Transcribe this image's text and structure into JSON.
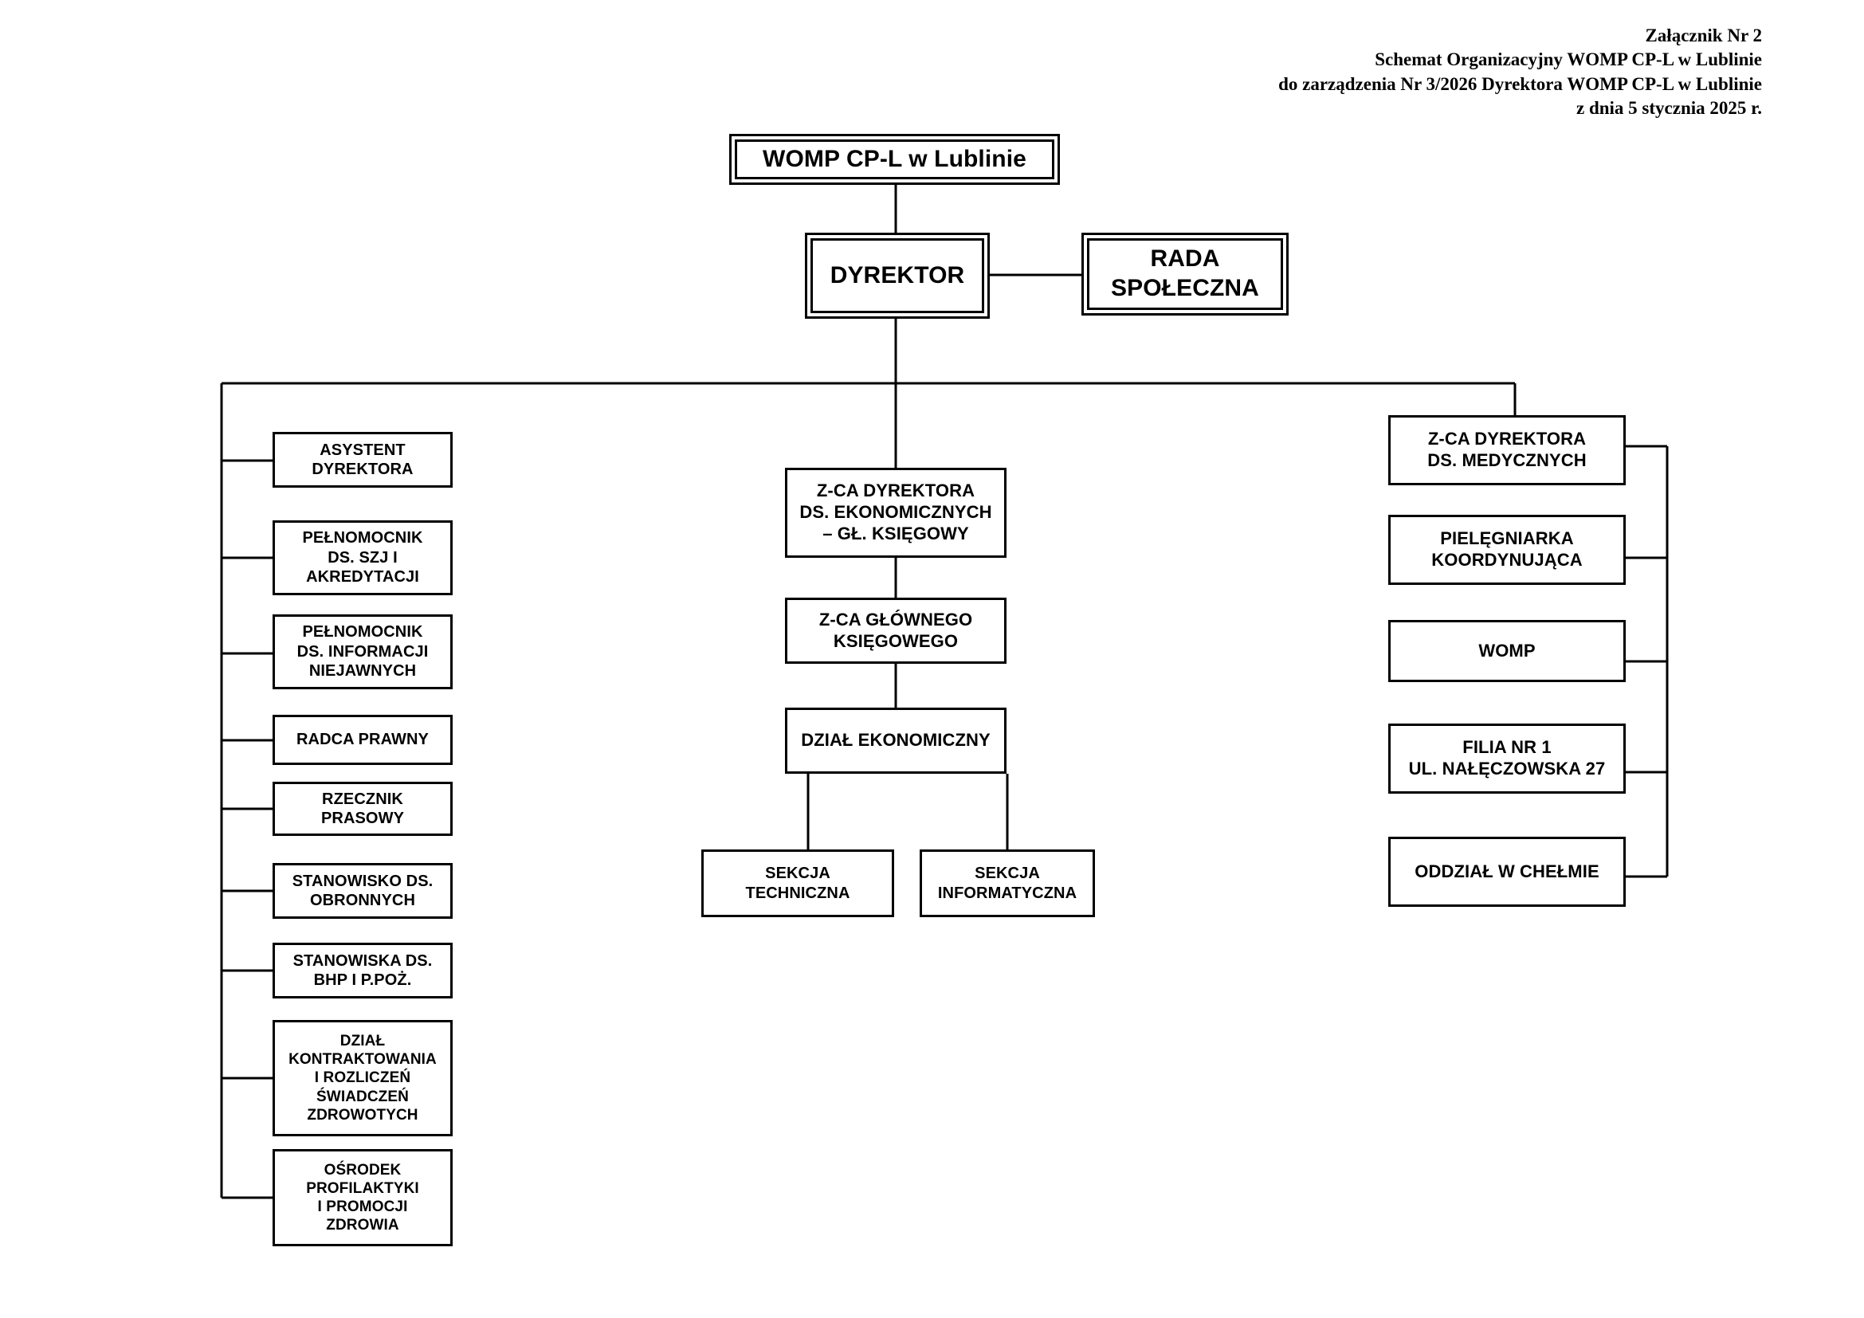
{
  "header": {
    "lines": [
      "Załącznik Nr 2",
      "Schemat Organizacyjny WOMP CP-L w Lublinie",
      "do zarządzenia Nr 3/2026 Dyrektora WOMP CP-L w Lublinie",
      "z dnia 5 stycznia 2025 r."
    ]
  },
  "chart_data": {
    "type": "diagram",
    "title": "Schemat Organizacyjny WOMP CP-L w Lublinie",
    "orientation": "top-down org chart",
    "nodes": [
      {
        "id": "womp-cpl",
        "label": "WOMP CP-L w Lublinie",
        "tier": 0
      },
      {
        "id": "dyrektor",
        "label": "DYREKTOR",
        "tier": 1
      },
      {
        "id": "rada",
        "label": "RADA\nSPOŁECZNA",
        "tier": 1
      },
      {
        "id": "asystent",
        "label": "ASYSTENT\nDYREKTORA",
        "tier": 2
      },
      {
        "id": "pelnom-szj",
        "label": "PEŁNOMOCNIK\nDS. SZJ I\nAKREDYTACJI",
        "tier": 2
      },
      {
        "id": "pelnom-inf",
        "label": "PEŁNOMOCNIK\nDS. INFORMACJI\nNIEJAWNYCH",
        "tier": 2
      },
      {
        "id": "radca",
        "label": "RADCA PRAWNY",
        "tier": 2
      },
      {
        "id": "rzecznik",
        "label": "RZECZNIK\nPRASOWY",
        "tier": 2
      },
      {
        "id": "obronne",
        "label": "STANOWISKO DS.\nOBRONNYCH",
        "tier": 2
      },
      {
        "id": "bhp",
        "label": "STANOWISKA DS.\nBHP I P.POŻ.",
        "tier": 2
      },
      {
        "id": "kontraktow",
        "label": "DZIAŁ\nKONTRAKTOWANIA\nI ROZLICZEŃ\nŚWIADCZEŃ\nZDROWOTYCH",
        "tier": 2
      },
      {
        "id": "osrodek",
        "label": "OŚRODEK\nPROFILAKTYKI\nI PROMOCJI\nZDROWIA",
        "tier": 2
      },
      {
        "id": "zca-ekon",
        "label": "Z-CA DYREKTORA\nDS. EKONOMICZNYCH\n– GŁ. KSIĘGOWY",
        "tier": 2
      },
      {
        "id": "zca-glownego",
        "label": "Z-CA GŁÓWNEGO\nKSIĘGOWEGO",
        "tier": 3
      },
      {
        "id": "dzial-ekon",
        "label": "DZIAŁ EKONOMICZNY",
        "tier": 4
      },
      {
        "id": "sekcja-tech",
        "label": "SEKCJA\nTECHNICZNA",
        "tier": 5
      },
      {
        "id": "sekcja-inf",
        "label": "SEKCJA\nINFORMATYCZNA",
        "tier": 5
      },
      {
        "id": "zca-med",
        "label": "Z-CA DYREKTORA\nDS. MEDYCZNYCH",
        "tier": 2
      },
      {
        "id": "pielegniarka",
        "label": "PIELĘGNIARKA\nKOORDYNUJĄCA",
        "tier": 3
      },
      {
        "id": "womp",
        "label": "WOMP",
        "tier": 3
      },
      {
        "id": "filia",
        "label": "FILIA NR 1\nUL. NAŁĘCZOWSKA 27",
        "tier": 3
      },
      {
        "id": "oddzial",
        "label": "ODDZIAŁ W CHEŁMIE",
        "tier": 3
      }
    ],
    "edges": [
      {
        "from": "womp-cpl",
        "to": "dyrektor"
      },
      {
        "from": "dyrektor",
        "to": "rada"
      },
      {
        "from": "dyrektor",
        "to": "asystent"
      },
      {
        "from": "dyrektor",
        "to": "pelnom-szj"
      },
      {
        "from": "dyrektor",
        "to": "pelnom-inf"
      },
      {
        "from": "dyrektor",
        "to": "radca"
      },
      {
        "from": "dyrektor",
        "to": "rzecznik"
      },
      {
        "from": "dyrektor",
        "to": "obronne"
      },
      {
        "from": "dyrektor",
        "to": "bhp"
      },
      {
        "from": "dyrektor",
        "to": "kontraktow"
      },
      {
        "from": "dyrektor",
        "to": "osrodek"
      },
      {
        "from": "dyrektor",
        "to": "zca-ekon"
      },
      {
        "from": "dyrektor",
        "to": "zca-med"
      },
      {
        "from": "zca-ekon",
        "to": "zca-glownego"
      },
      {
        "from": "zca-glownego",
        "to": "dzial-ekon"
      },
      {
        "from": "dzial-ekon",
        "to": "sekcja-tech"
      },
      {
        "from": "dzial-ekon",
        "to": "sekcja-inf"
      },
      {
        "from": "zca-med",
        "to": "pielegniarka"
      },
      {
        "from": "zca-med",
        "to": "womp"
      },
      {
        "from": "zca-med",
        "to": "filia"
      },
      {
        "from": "zca-med",
        "to": "oddzial"
      }
    ],
    "colors": {
      "line": "#000000",
      "box_fill": "#ffffff",
      "text": "#000000"
    }
  }
}
